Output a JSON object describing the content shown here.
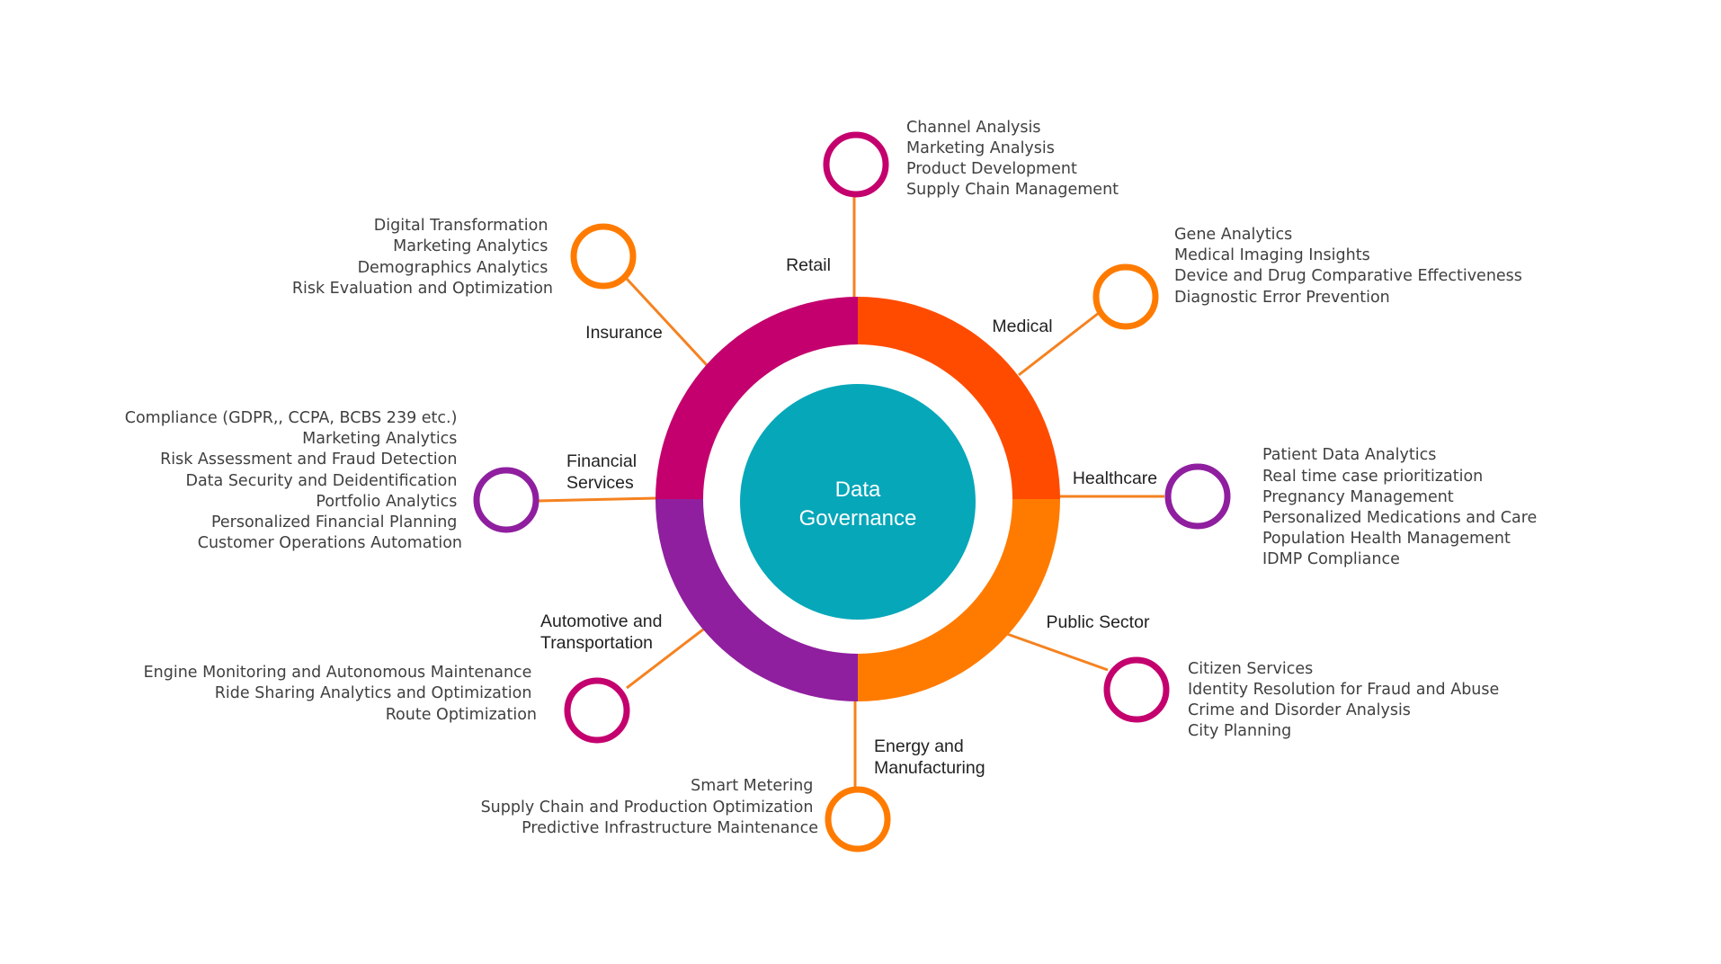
{
  "title": {
    "lines": [
      "Data",
      "Governance"
    ],
    "color": "#06a7b9"
  },
  "colors": {
    "magenta": "#c4006e",
    "red_orange": "#ff4b00",
    "orange": "#ff7b00",
    "purple": "#8f1f9f",
    "connector": "#f58220"
  },
  "sectors": [
    {
      "id": "retail",
      "label": [
        "Retail"
      ],
      "marker_color": "#c4006e",
      "items": [
        "Channel Analysis",
        "Marketing Analysis",
        "Product Development",
        "Supply Chain Management"
      ]
    },
    {
      "id": "medical",
      "label": [
        "Medical"
      ],
      "marker_color": "#ff7b00",
      "items": [
        "Gene Analytics",
        "Medical Imaging Insights",
        "Device and Drug Comparative Effectiveness",
        "Diagnostic Error Prevention"
      ]
    },
    {
      "id": "healthcare",
      "label": [
        "Healthcare"
      ],
      "marker_color": "#8f1f9f",
      "items": [
        "Patient Data Analytics",
        "Real time case prioritization",
        "Pregnancy Management",
        "Personalized Medications and Care",
        "Population Health Management",
        "IDMP Compliance"
      ]
    },
    {
      "id": "public-sector",
      "label": [
        "Public Sector"
      ],
      "marker_color": "#c4006e",
      "items": [
        "Citizen Services",
        "Identity Resolution for Fraud and Abuse",
        "Crime and Disorder Analysis",
        "City Planning"
      ]
    },
    {
      "id": "energy",
      "label": [
        "Energy and",
        "Manufacturing"
      ],
      "marker_color": "#ff7b00",
      "items": [
        "Smart Metering",
        "Supply Chain and Production Optimization",
        "Predictive Infrastructure Maintenance"
      ]
    },
    {
      "id": "automotive",
      "label": [
        "Automotive and",
        "Transportation"
      ],
      "marker_color": "#c4006e",
      "items": [
        "Engine Monitoring and Autonomous Maintenance",
        "Ride Sharing Analytics and Optimization",
        "Route Optimization"
      ]
    },
    {
      "id": "financial",
      "label": [
        "Financial",
        "Services"
      ],
      "marker_color": "#8f1f9f",
      "items": [
        "Compliance (GDPR,, CCPA, BCBS 239 etc.)",
        "Marketing Analytics",
        "Risk Assessment and Fraud Detection",
        "Data Security and Deidentification",
        "Portfolio Analytics",
        "Personalized Financial Planning",
        "Customer Operations Automation"
      ]
    },
    {
      "id": "insurance",
      "label": [
        "Insurance"
      ],
      "marker_color": "#ff7b00",
      "items": [
        "Digital Transformation",
        "Marketing Analytics",
        "Demographics Analytics",
        "Risk Evaluation and Optimization"
      ]
    }
  ]
}
